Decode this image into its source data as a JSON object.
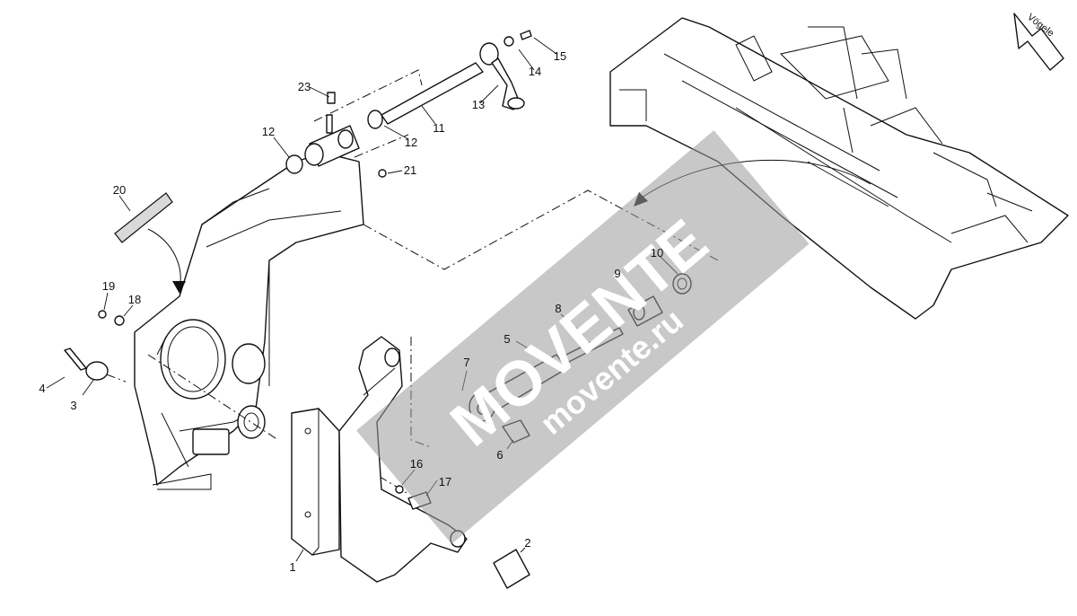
{
  "diagram": {
    "callouts": [
      "1",
      "2",
      "3",
      "4",
      "5",
      "6",
      "7",
      "8",
      "9",
      "10",
      "11",
      "12",
      "12",
      "13",
      "14",
      "15",
      "16",
      "17",
      "18",
      "19",
      "20",
      "21",
      "23"
    ],
    "brand_arrow_label": "Vögele",
    "watermark": {
      "main": "MOVENTE",
      "url": "movente.ru"
    }
  }
}
